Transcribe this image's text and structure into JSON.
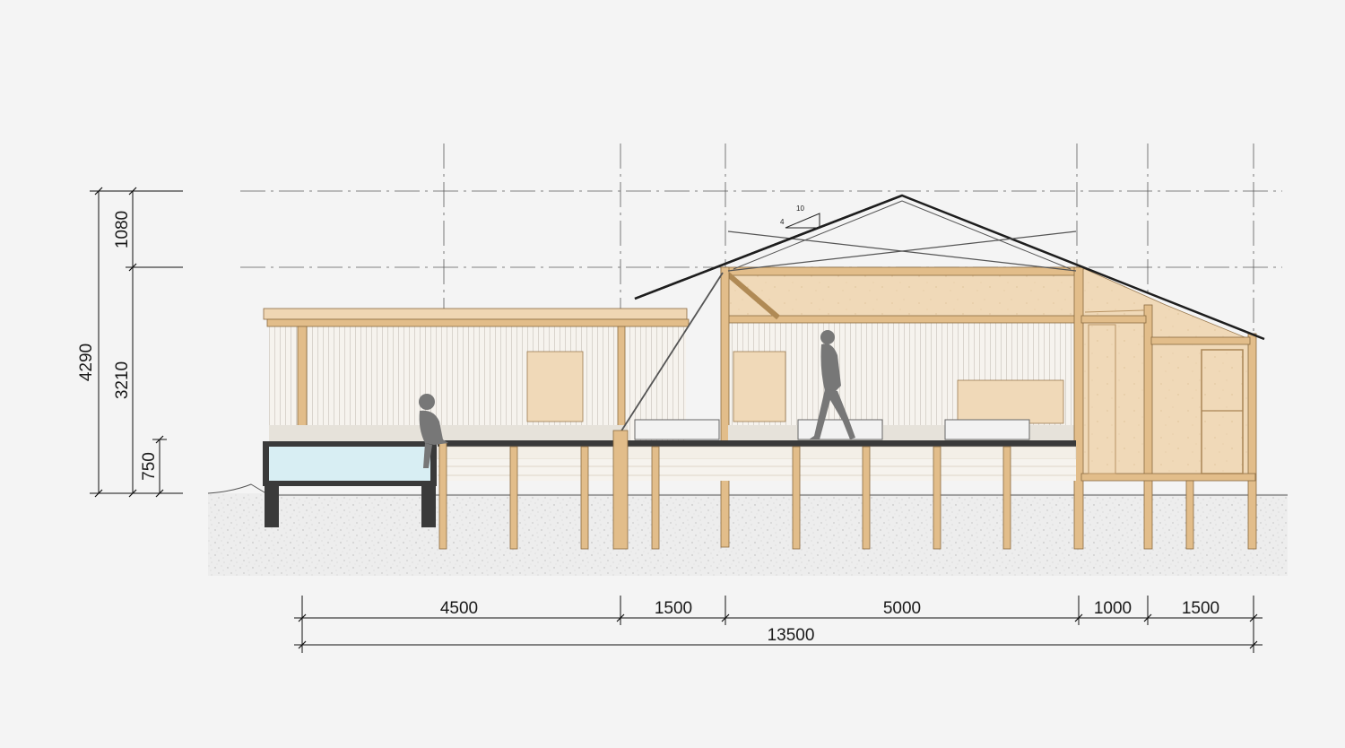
{
  "drawing": {
    "slope": {
      "rise": "4",
      "run": "10"
    },
    "vertical_dimensions": {
      "total": "4290",
      "roof_rise": "1080",
      "eave_height": "3210",
      "floor_height": "750"
    },
    "horizontal_dimensions": {
      "segments": [
        "4500",
        "1500",
        "5000",
        "1000",
        "1500"
      ],
      "total": "13500"
    },
    "colors": {
      "background": "#f4f4f4",
      "timber": "#e2bd8a",
      "plywood": "#f0d9b8",
      "cladding": "#f6f3ee",
      "water": "#d8eef3",
      "silhouette": "#777777",
      "ground": "#ececec"
    }
  }
}
